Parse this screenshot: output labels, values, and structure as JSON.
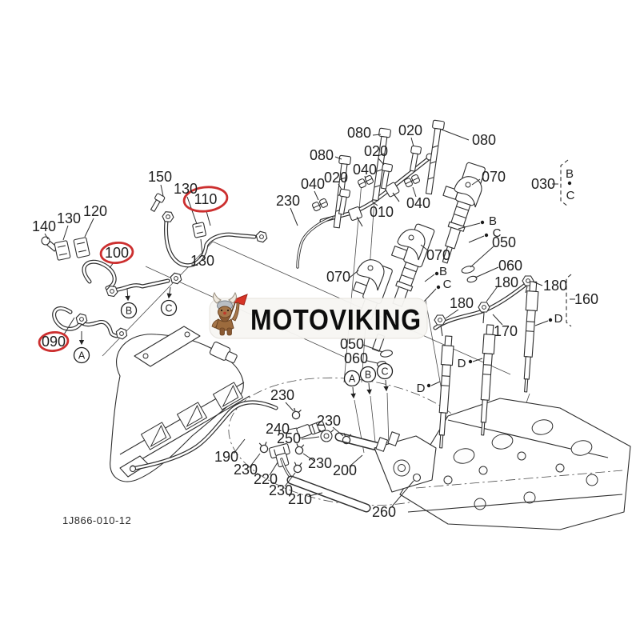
{
  "watermark": {
    "brand": "MOTOVIKING"
  },
  "footer": {
    "diagram_code": "1J866-010-12"
  },
  "colors": {
    "line": "#2e2e2e",
    "label": "#1f1f1f",
    "highlight_red": "#cc2f2f",
    "logo_bg": "#f7f6f3",
    "mascot_brown": "#9c6b3d",
    "flag_red": "#d63426"
  },
  "highlighted_parts": [
    "090",
    "100",
    "110"
  ],
  "part_labels": [
    {
      "text": "080"
    },
    {
      "text": "020"
    },
    {
      "text": "080"
    },
    {
      "text": "080"
    },
    {
      "text": "020"
    },
    {
      "text": "040"
    },
    {
      "text": "020"
    },
    {
      "text": "040"
    },
    {
      "text": "040"
    },
    {
      "text": "070"
    },
    {
      "text": "010"
    },
    {
      "text": "230"
    },
    {
      "text": "150"
    },
    {
      "text": "130"
    },
    {
      "text": "110"
    },
    {
      "text": "130"
    },
    {
      "text": "140"
    },
    {
      "text": "130"
    },
    {
      "text": "120"
    },
    {
      "text": "100"
    },
    {
      "text": "090"
    },
    {
      "text": "030"
    },
    {
      "text": "070"
    },
    {
      "text": "050"
    },
    {
      "text": "060"
    },
    {
      "text": "180"
    },
    {
      "text": "180"
    },
    {
      "text": "160"
    },
    {
      "text": "180"
    },
    {
      "text": "170"
    },
    {
      "text": "070"
    },
    {
      "text": "050"
    },
    {
      "text": "060"
    },
    {
      "text": "230"
    },
    {
      "text": "240"
    },
    {
      "text": "230"
    },
    {
      "text": "250"
    },
    {
      "text": "190"
    },
    {
      "text": "230"
    },
    {
      "text": "220"
    },
    {
      "text": "230"
    },
    {
      "text": "200"
    },
    {
      "text": "230"
    },
    {
      "text": "210"
    },
    {
      "text": "260"
    }
  ],
  "letter_labels": [
    {
      "text": "B"
    },
    {
      "text": "C"
    },
    {
      "text": "B"
    },
    {
      "text": "C"
    },
    {
      "text": "B"
    },
    {
      "text": "C"
    },
    {
      "text": "D"
    },
    {
      "text": "D"
    },
    {
      "text": "D"
    }
  ],
  "circled_letters": [
    {
      "text": "A"
    },
    {
      "text": "B"
    },
    {
      "text": "C"
    },
    {
      "text": "A"
    },
    {
      "text": "B"
    },
    {
      "text": "C"
    }
  ]
}
